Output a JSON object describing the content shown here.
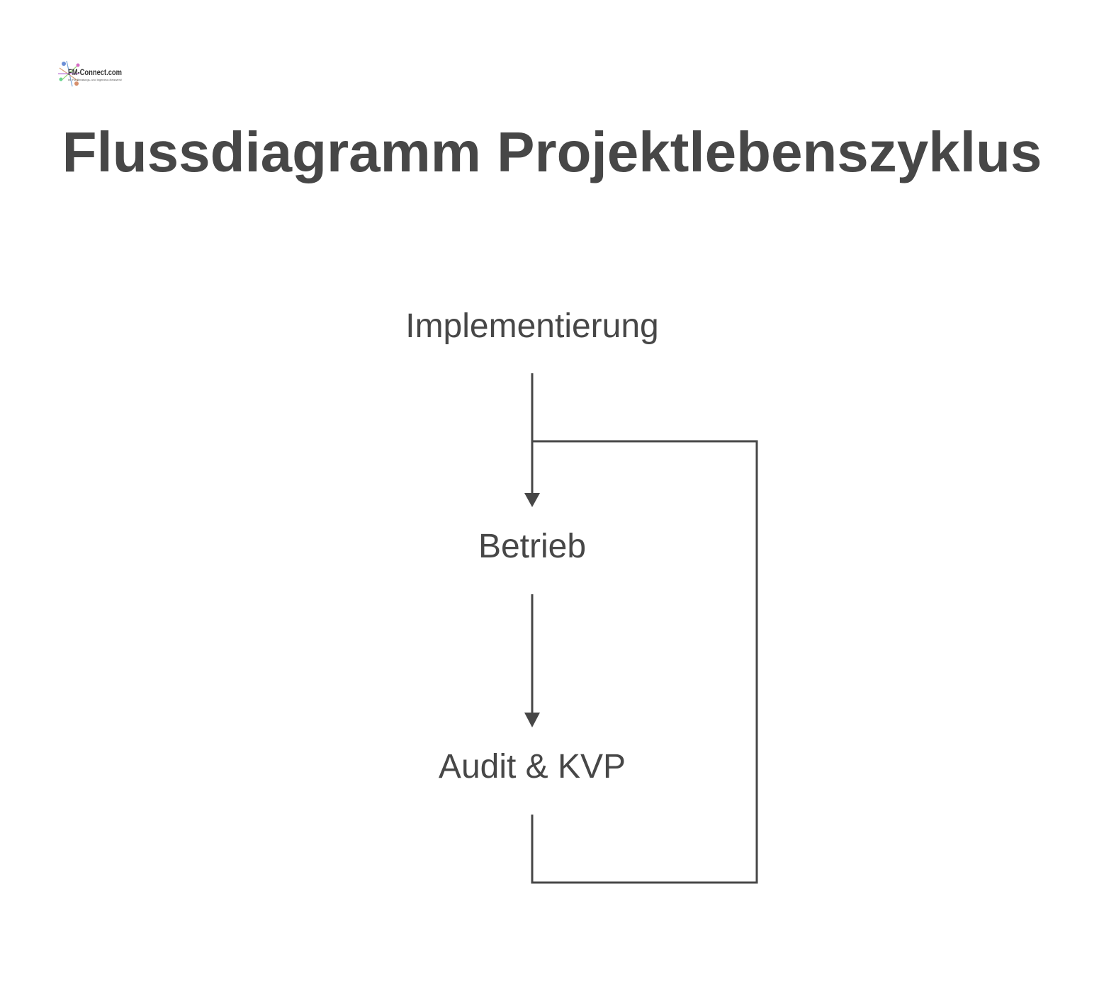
{
  "logo": {
    "icon": "fm-connect-logo",
    "brand_text": "FM-Connect.com",
    "tagline": "Ihr FM-Beratungs- und Ingenieur-Netzwerk!"
  },
  "title": "Flussdiagramm Projektlebenszyklus",
  "nodes": [
    {
      "id": "implementierung",
      "label": "Implementierung"
    },
    {
      "id": "betrieb",
      "label": "Betrieb"
    },
    {
      "id": "audit",
      "label": "Audit & KVP"
    }
  ],
  "edges": [
    {
      "from": "implementierung",
      "to": "betrieb"
    },
    {
      "from": "betrieb",
      "to": "audit"
    },
    {
      "from": "audit",
      "to": "betrieb"
    }
  ],
  "colors": {
    "text": "#474747",
    "line": "#474747",
    "background": "#ffffff"
  }
}
